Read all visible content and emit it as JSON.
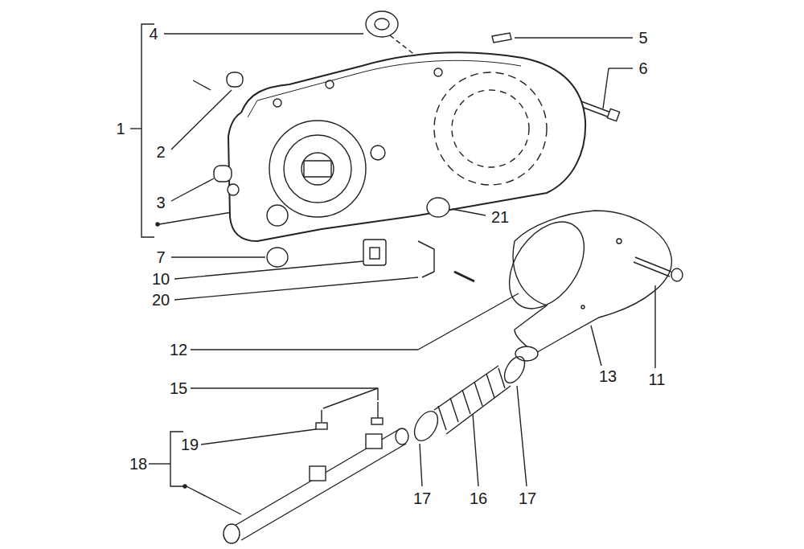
{
  "diagram": {
    "labels": [
      "4",
      "5",
      "6",
      "1",
      "2",
      "3",
      "21",
      "7",
      "10",
      "20",
      "12",
      "13",
      "11",
      "15",
      "19",
      "18",
      "17",
      "16",
      "17"
    ]
  }
}
